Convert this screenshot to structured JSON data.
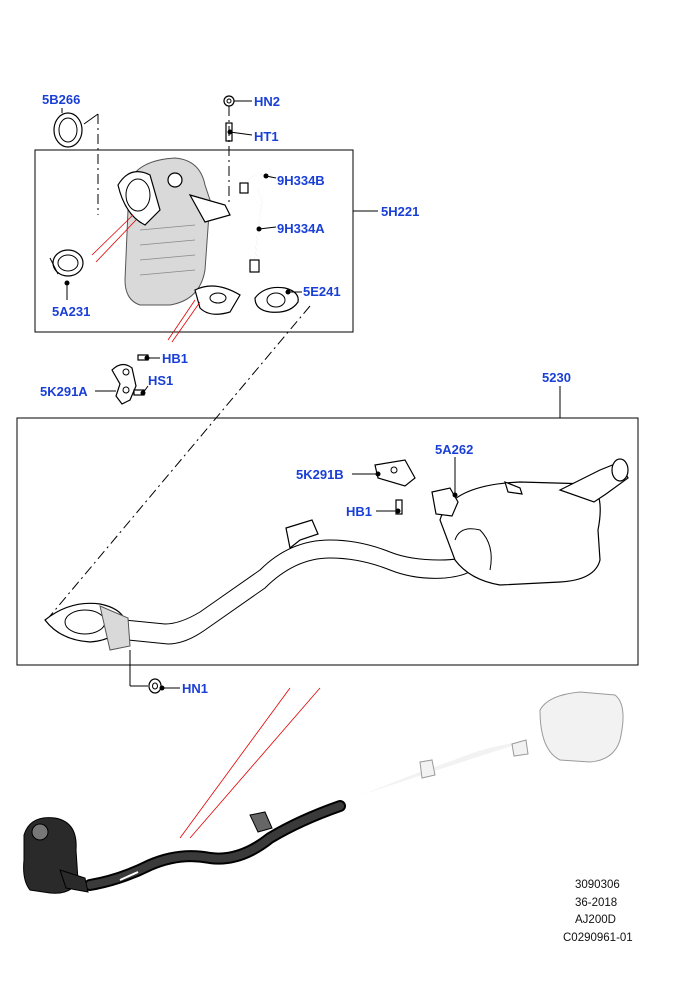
{
  "labels": {
    "l_5B266": "5B266",
    "l_HN2": "HN2",
    "l_HT1": "HT1",
    "l_9H334B": "9H334B",
    "l_5H221": "5H221",
    "l_9H334A": "9H334A",
    "l_5E241": "5E241",
    "l_5A231": "5A231",
    "l_HB1_top": "HB1",
    "l_HS1": "HS1",
    "l_5K291A": "5K291A",
    "l_5230": "5230",
    "l_5A262": "5A262",
    "l_5K291B": "5K291B",
    "l_HB1_bottom": "HB1",
    "l_HN1": "HN1"
  },
  "reference": {
    "line1": "3090306",
    "line2": "36-2018",
    "line3": "AJ200D",
    "line4": "C0290961-01"
  },
  "colors": {
    "label": "#1a3fd6",
    "highlight_line": "#e00000",
    "line": "#000000"
  }
}
